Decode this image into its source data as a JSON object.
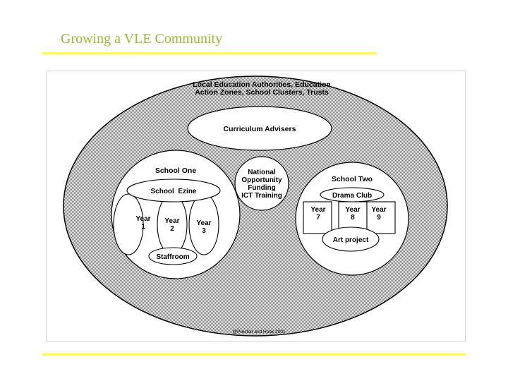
{
  "slide": {
    "title": "Growing a VLE Community"
  },
  "diagram": {
    "outer_label_line1": "Local Education Authorities, Education",
    "outer_label_line2": "Action Zones, School Clusters, Trusts",
    "curriculum_advisers": "Curriculum Advisers",
    "national_line1": "National",
    "national_line2": "Opportunity",
    "national_line3": "Funding",
    "national_line4": "ICT Training",
    "school_one": {
      "title": "School One",
      "ezine": "School  Ezine",
      "years": [
        {
          "label": "Year",
          "num": "1"
        },
        {
          "label": "Year",
          "num": "2"
        },
        {
          "label": "Year",
          "num": "3"
        }
      ],
      "staffroom": "Staffroom"
    },
    "school_two": {
      "title": "School Two",
      "drama": "Drama Club",
      "years": [
        {
          "label": "Year",
          "num": "7"
        },
        {
          "label": "Year",
          "num": "8"
        },
        {
          "label": "Year",
          "num": "9"
        }
      ],
      "art": "Art project"
    },
    "credit": "@Preston and Hook 2001"
  },
  "colors": {
    "title": "#9bbb2c",
    "rule": "#ffff33",
    "hatch": "#8c8c8c"
  }
}
